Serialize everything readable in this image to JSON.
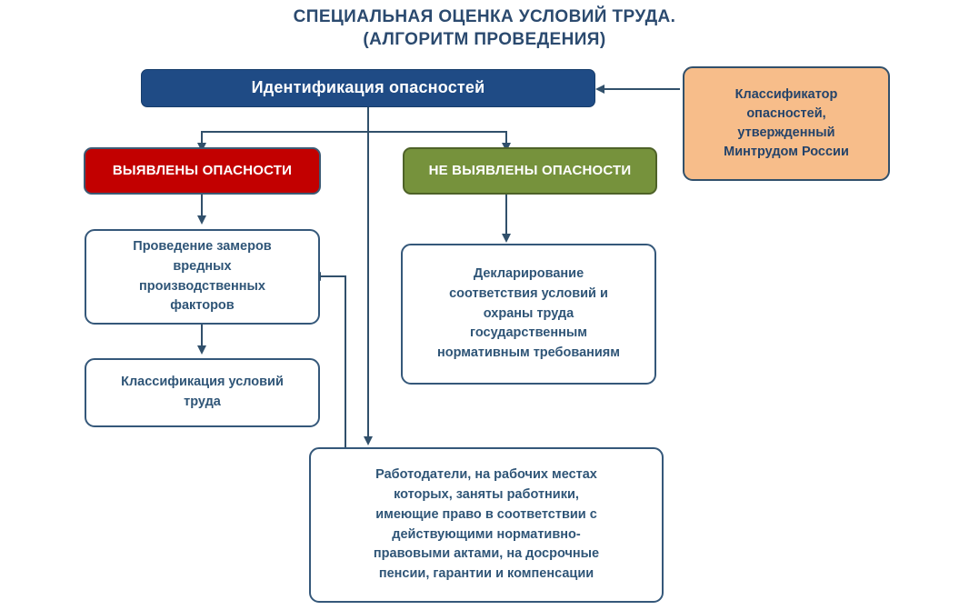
{
  "title": {
    "line1": "СПЕЦИАЛЬНАЯ ОЦЕНКА УСЛОВИЙ ТРУДА.",
    "line2": "(АЛГОРИТМ ПРОВЕДЕНИЯ)"
  },
  "colors": {
    "header_fill": "#1f4b85",
    "danger_fill": "#c20000",
    "safe_fill": "#76923c",
    "classifier_fill": "#f7bd8a",
    "box_border": "#31506b",
    "text_blue": "#2f5577",
    "title_blue": "#2b4a6f",
    "connector": "#31506b"
  },
  "nodes": {
    "identification": {
      "label": "Идентификация опасностей"
    },
    "classifier": {
      "lines": [
        "Классификатор",
        "опасностей,",
        "утвержденный",
        "Минтрудом России"
      ]
    },
    "hazards_found": {
      "label": "ВЫЯВЛЕНЫ ОПАСНОСТИ"
    },
    "hazards_not_found": {
      "label": "НЕ ВЫЯВЛЕНЫ ОПАСНОСТИ"
    },
    "measurements": {
      "lines": [
        "Проведение замеров",
        "вредных",
        "производственных",
        "факторов"
      ]
    },
    "classification": {
      "lines": [
        "Классификация условий",
        "труда"
      ]
    },
    "declaration": {
      "lines": [
        "Декларирование",
        "соответствия условий  и",
        "охраны труда",
        "государственным",
        "нормативным требованиям"
      ]
    },
    "employers": {
      "lines": [
        "Работодатели, на рабочих местах",
        "которых, заняты работники,",
        "имеющие право в соответствии с",
        "действующими нормативно-",
        "правовыми актами, на досрочные",
        "пенсии, гарантии и компенсации"
      ]
    }
  }
}
